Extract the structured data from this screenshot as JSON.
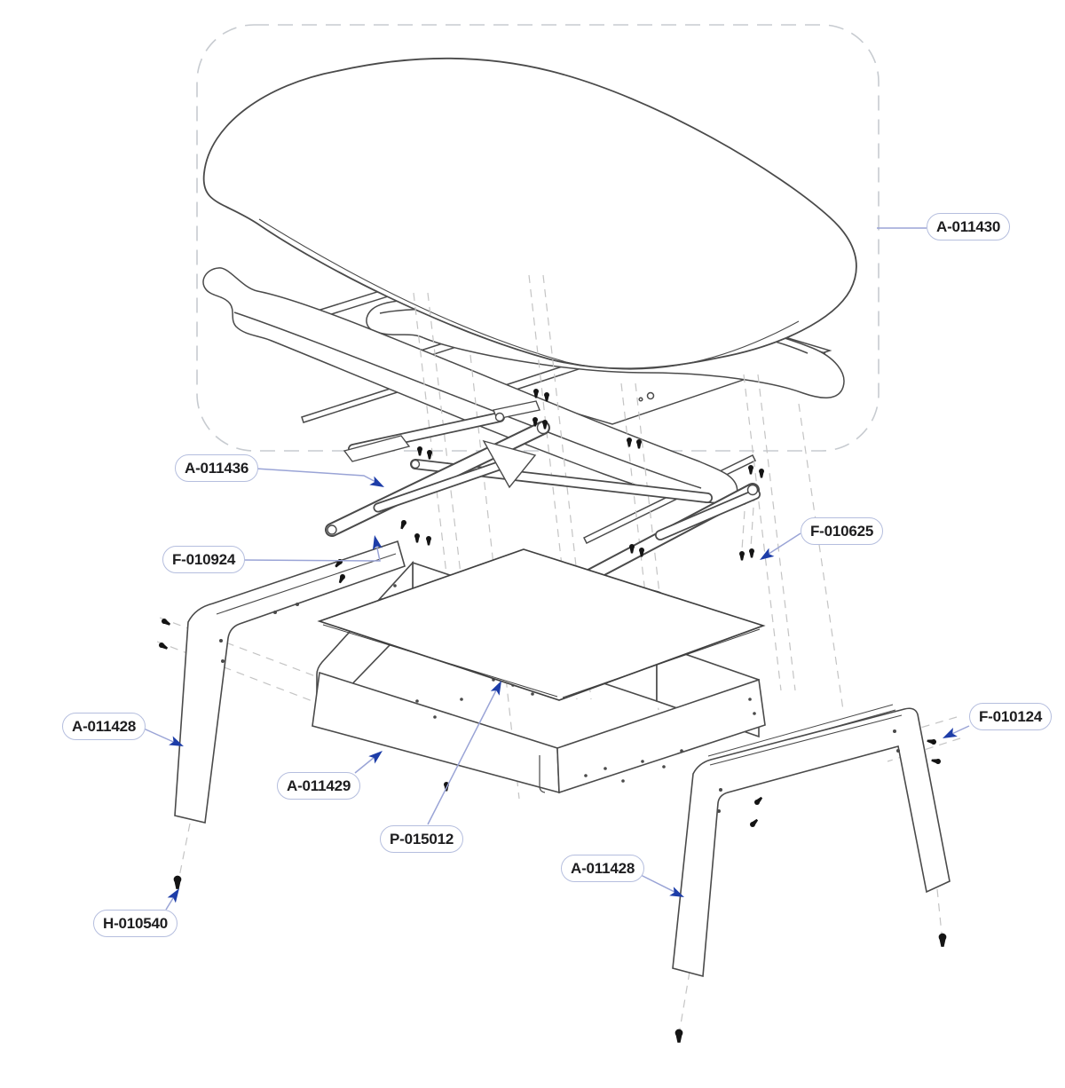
{
  "diagram": {
    "title": "",
    "type": "exploded-parts-diagram",
    "colors": {
      "background": "#ffffff",
      "line_art": "#4a4a4a",
      "dashed_boundary": "#c7cbd0",
      "projection_dash": "#c4c4c4",
      "callout_border": "#b5bede",
      "callout_text": "#1d1d1f",
      "leader_line": "#9aa4d6",
      "arrow_head": "#1d3da8",
      "screw_fill": "#141414"
    },
    "callouts": [
      {
        "id": "callout-a-011430",
        "text": "A-011430",
        "target": "table-top"
      },
      {
        "id": "callout-a-011436",
        "text": "A-011436",
        "target": "lift-mechanism"
      },
      {
        "id": "callout-f-010924",
        "text": "F-010924",
        "target": "mechanism-screw"
      },
      {
        "id": "callout-f-010625",
        "text": "F-010625",
        "target": "mechanism-screw-right"
      },
      {
        "id": "callout-a-011428-left",
        "text": "A-011428",
        "target": "left-leg-frame"
      },
      {
        "id": "callout-a-011429",
        "text": "A-011429",
        "target": "storage-frame"
      },
      {
        "id": "callout-p-015012",
        "text": "P-015012",
        "target": "bottom-panel"
      },
      {
        "id": "callout-a-011428-right",
        "text": "A-011428",
        "target": "right-leg-frame"
      },
      {
        "id": "callout-f-010124",
        "text": "F-010124",
        "target": "leg-screw"
      },
      {
        "id": "callout-h-010540",
        "text": "H-010540",
        "target": "foot-screw"
      }
    ]
  }
}
